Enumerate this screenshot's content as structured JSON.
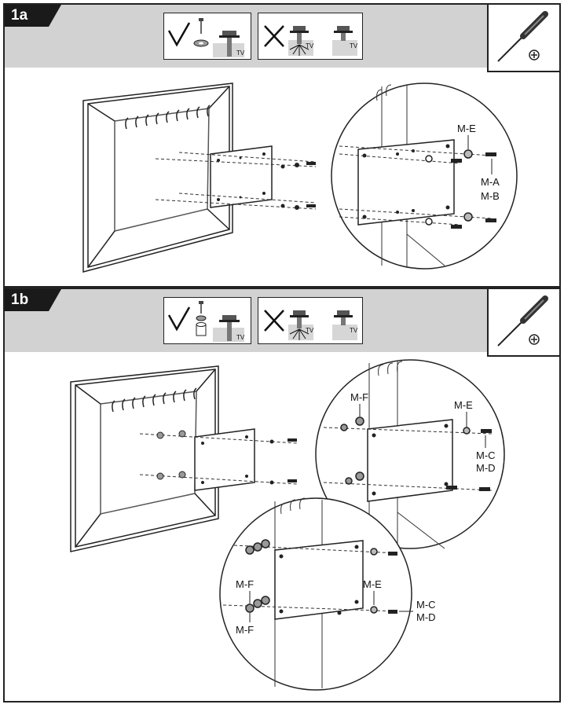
{
  "steps": [
    {
      "id": "1a",
      "label": "1a",
      "callouts": {
        "washer": "M-E",
        "bolt_a": "M-A",
        "bolt_b": "M-B"
      }
    },
    {
      "id": "1b",
      "label": "1b",
      "callouts": {
        "upper_spacer": "M-F",
        "upper_washer": "M-E",
        "upper_bolt_c": "M-C",
        "upper_bolt_d": "M-D",
        "lower_spacer_top": "M-F",
        "lower_spacer_bottom": "M-F",
        "lower_washer": "M-E",
        "lower_bolt_c": "M-C",
        "lower_bolt_d": "M-D"
      }
    }
  ],
  "icons": {
    "correct": "check-icon",
    "incorrect": "cross-icon",
    "tool": "phillips-screwdriver-icon",
    "tv_tag": "TV"
  }
}
